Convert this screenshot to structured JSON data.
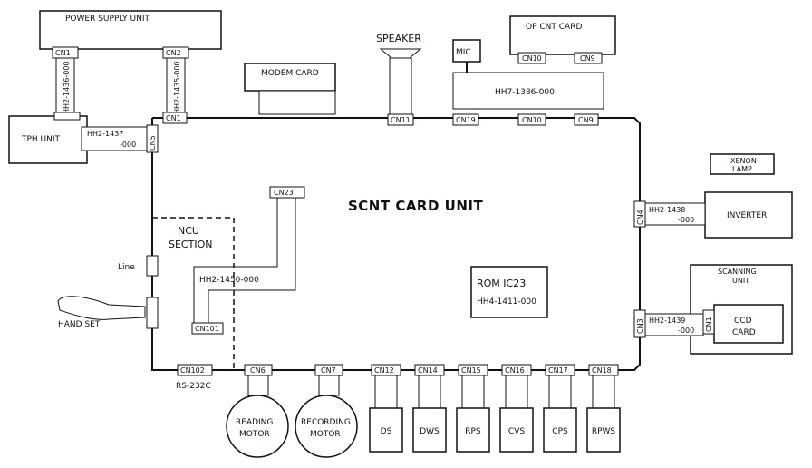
{
  "power_supply": {
    "title": "POWER SUPPLY UNIT",
    "cn_left": "CN1",
    "cn_right": "CN2",
    "cable_left": "HH2-1436-000",
    "cable_right": "HH2-1435-000"
  },
  "tph": {
    "title": "TPH UNIT",
    "cable": "HH2-1437",
    "cable2": "-000",
    "cn5": "CN5",
    "cn1": "CN1"
  },
  "modem": {
    "title": "MODEM CARD"
  },
  "speaker": {
    "title": "SPEAKER",
    "cn": "CN11"
  },
  "mic": {
    "title": "MIC",
    "cn": "CN19"
  },
  "op_cnt": {
    "title": "OP CNT CARD",
    "cn10_top": "CN10",
    "cn9_top": "CN9",
    "cable": "HH7-1386-000",
    "cn10": "CN10",
    "cn9": "CN9"
  },
  "scnt": {
    "title": "SCNT CARD UNIT"
  },
  "cn23": {
    "label": "CN23",
    "cable": "HH2-1450-000",
    "cn101": "CN101"
  },
  "ncu": {
    "line1": "NCU",
    "line2": "SECTION"
  },
  "rom": {
    "line1": "ROM IC23",
    "line2": "HH4-1411-000"
  },
  "inverter": {
    "title": "INVERTER",
    "lamp1": "XENON",
    "lamp2": "LAMP",
    "cn": "CN4",
    "cable": "HH2-1438",
    "cable2": "-000"
  },
  "scanning": {
    "title1": "SCANNING",
    "title2": "UNIT",
    "ccd1": "CCD",
    "ccd2": "CARD",
    "cn3": "CN3",
    "cn_ccd": "CN1",
    "cable": "HH2-1439",
    "cable2": "-000"
  },
  "line_label": "Line",
  "handset": {
    "title": "HAND SET"
  },
  "cn102": {
    "label": "CN102",
    "caption": "RS-232C"
  },
  "reading_motor": {
    "cn": "CN6",
    "line1": "READING",
    "line2": "MOTOR"
  },
  "recording_motor": {
    "cn": "CN7",
    "line1": "RECORDING",
    "line2": "MOTOR"
  },
  "sensors": [
    {
      "cn": "CN12",
      "name": "DS"
    },
    {
      "cn": "CN14",
      "name": "DWS"
    },
    {
      "cn": "CN15",
      "name": "RPS"
    },
    {
      "cn": "CN16",
      "name": "CVS"
    },
    {
      "cn": "CN17",
      "name": "CPS"
    },
    {
      "cn": "CN18",
      "name": "RPWS"
    }
  ]
}
